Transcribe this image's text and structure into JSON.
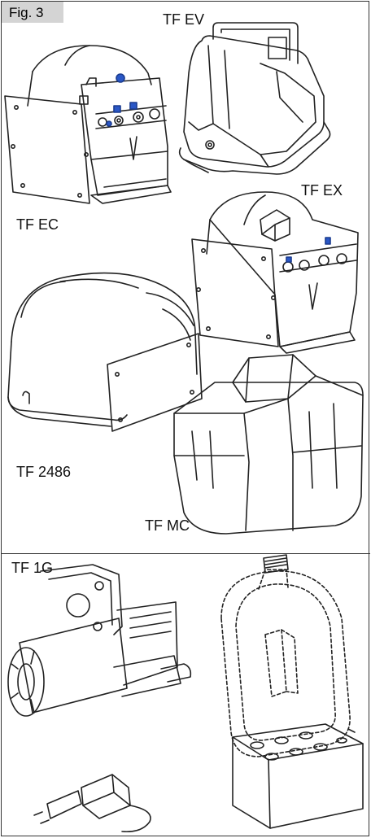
{
  "figure": {
    "tag": "Fig. 3"
  },
  "labels": {
    "tf_ev": "TF EV",
    "tf_ec": "TF EC",
    "tf_ex": "TF EX",
    "tf_2486": "TF 2486",
    "tf_mc": "TF MC",
    "tf_1g": "TF 1G"
  },
  "colors": {
    "line": "#222222",
    "accent": "#2a57c6",
    "tag_bg": "#d4d4d4"
  }
}
